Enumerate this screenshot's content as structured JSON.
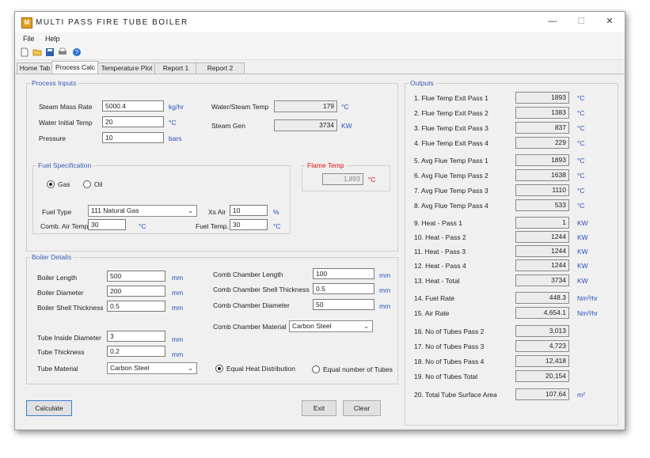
{
  "window": {
    "title": "MULTI PASS FIRE TUBE BOILER",
    "icon_text": "M"
  },
  "menu": {
    "file": "File",
    "help": "Help"
  },
  "toolbar": {
    "icons": [
      "new-icon",
      "open-icon",
      "save-icon",
      "print-icon",
      "help-icon"
    ]
  },
  "tabs": [
    "Home Tab",
    "Process Calc",
    "Temperature Plot",
    "Report 1",
    "Report 2"
  ],
  "process_inputs": {
    "legend": "Process Inputs",
    "steam_mass_rate": {
      "label": "Steam Mass Rate",
      "value": "5000.4",
      "unit": "kg/hr"
    },
    "water_initial_temp": {
      "label": "Water Initial Temp",
      "value": "20",
      "unit": "°C"
    },
    "pressure": {
      "label": "Pressure",
      "value": "10",
      "unit": "bars"
    },
    "water_steam_temp": {
      "label": "Water/Steam Temp",
      "value": "179",
      "unit": "°C"
    },
    "steam_gen": {
      "label": "Steam Gen",
      "value": "3734",
      "unit": "KW"
    }
  },
  "fuel_spec": {
    "legend": "Fuel Specification",
    "gas_label": "Gas",
    "oil_label": "Oil",
    "selected": "Gas",
    "fuel_type_label": "Fuel Type",
    "fuel_type_value": "111 Natural Gas",
    "xs_air_label": "Xs Air",
    "xs_air_value": "10",
    "xs_air_unit": "%",
    "comb_air_temp_label": "Comb. Air Temp.",
    "comb_air_temp_value": "30",
    "comb_air_temp_unit": "°C",
    "fuel_temp_label": "Fuel Temp.",
    "fuel_temp_value": "30",
    "fuel_temp_unit": "°C"
  },
  "flame_temp": {
    "legend": "Flame Temp",
    "value": "1,893",
    "unit": "°C"
  },
  "boiler_details": {
    "legend": "Boiler Details",
    "boiler_length": {
      "label": "Boiler Length",
      "value": "500",
      "unit": "mm"
    },
    "boiler_diameter": {
      "label": "Boiler Diameter",
      "value": "200",
      "unit": "mm"
    },
    "boiler_shell_thickness": {
      "label": "Boiler Shell Thickness",
      "value": "0.5",
      "unit": "mm"
    },
    "tube_inside_diameter": {
      "label": "Tube Inside Diameter",
      "value": "3",
      "unit": "mm"
    },
    "tube_thickness": {
      "label": "Tube Thickness",
      "value": "0.2",
      "unit": "mm"
    },
    "tube_material": {
      "label": "Tube Material",
      "value": "Carbon Steel"
    },
    "comb_chamber_length": {
      "label": "Comb Chamber Length",
      "value": "100",
      "unit": "mm"
    },
    "comb_chamber_shell_thickness": {
      "label": "Comb Chamber Shell Thickness",
      "value": "0.5",
      "unit": "mm"
    },
    "comb_chamber_diameter": {
      "label": "Comb Chamber Diameter",
      "value": "50",
      "unit": "mm"
    },
    "comb_chamber_material": {
      "label": "Comb Chamber Material",
      "value": "Carbon Steel"
    },
    "equal_heat_label": "Equal Heat Distribution",
    "equal_tubes_label": "Equal number of Tubes",
    "distribution_selected": "Equal Heat Distribution"
  },
  "buttons": {
    "calculate": "Calculate",
    "exit": "Exit",
    "clear": "Clear"
  },
  "outputs": {
    "legend": "Outputs",
    "rows": [
      {
        "label": "1. Flue Temp Exit Pass 1",
        "value": "1893",
        "unit": "°C"
      },
      {
        "label": "2. Flue Temp Exit Pass 2",
        "value": "1383",
        "unit": "°C"
      },
      {
        "label": "3. Flue Temp Exit Pass 3",
        "value": "837",
        "unit": "°C"
      },
      {
        "label": "4. Flue Temp Exit Pass 4",
        "value": "229",
        "unit": "°C"
      },
      {
        "label": "5. Avg Flue Temp Pass 1",
        "value": "1893",
        "unit": "°C"
      },
      {
        "label": "6. Avg Flue Temp Pass 2",
        "value": "1638",
        "unit": "°C"
      },
      {
        "label": "7. Avg Flue Temp Pass 3",
        "value": "1110",
        "unit": "°C"
      },
      {
        "label": "8. Avg Flue Temp Pass 4",
        "value": "533",
        "unit": "°C"
      },
      {
        "label": "9. Heat - Pass 1",
        "value": "1",
        "unit": "KW"
      },
      {
        "label": "10. Heat - Pass 2",
        "value": "1244",
        "unit": "KW"
      },
      {
        "label": "11. Heat - Pass 3",
        "value": "1244",
        "unit": "KW"
      },
      {
        "label": "12. Heat - Pass 4",
        "value": "1244",
        "unit": "KW"
      },
      {
        "label": "13. Heat - Total",
        "value": "3734",
        "unit": "KW"
      },
      {
        "label": "14. Fuel Rate",
        "value": "448.3",
        "unit": "Nm³/hr"
      },
      {
        "label": "15. Air Rate",
        "value": "4,654.1",
        "unit": "Nm³/hr"
      },
      {
        "label": "16. No of Tubes Pass 2",
        "value": "3,013",
        "unit": ""
      },
      {
        "label": "17. No of Tubes Pass 3",
        "value": "4,723",
        "unit": ""
      },
      {
        "label": "18. No of Tubes Pass 4",
        "value": "12,418",
        "unit": ""
      },
      {
        "label": "19. No of Tubes Total",
        "value": "20,154",
        "unit": ""
      },
      {
        "label": "20. Total Tube Surface Area",
        "value": "107.64",
        "unit": "m²"
      }
    ]
  }
}
